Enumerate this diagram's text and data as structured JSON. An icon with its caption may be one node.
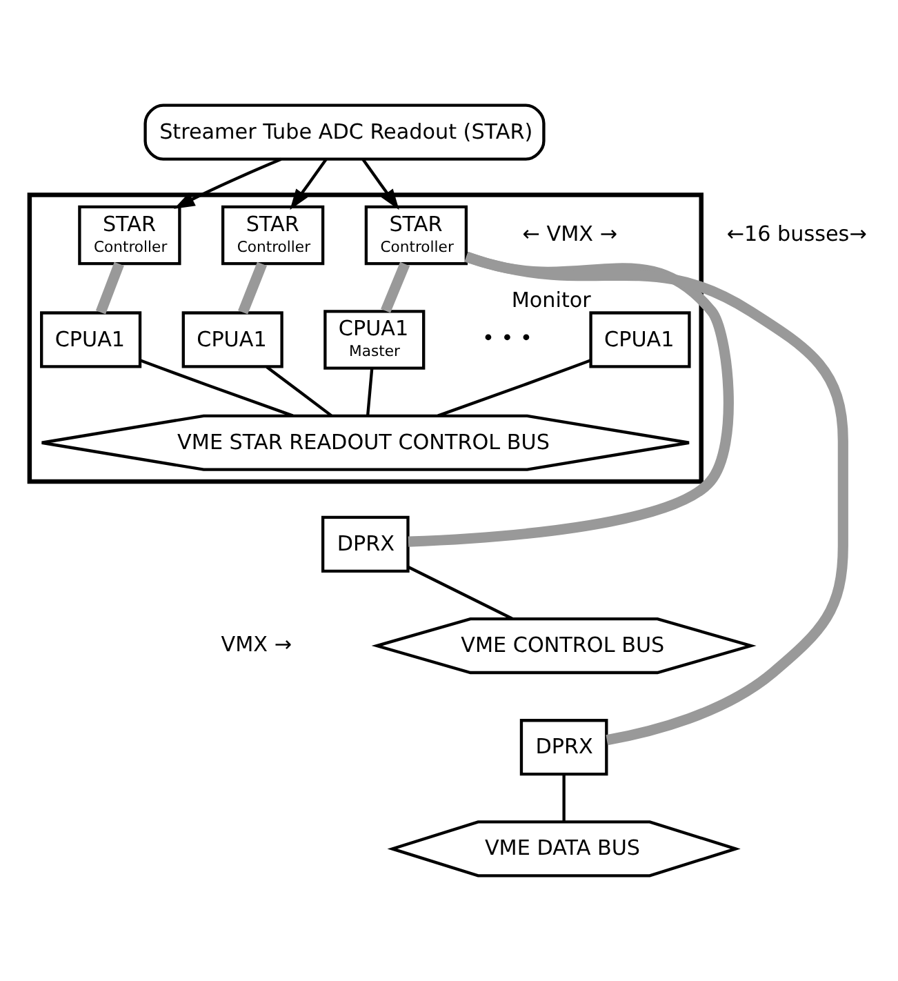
{
  "diagram": {
    "nodes": [
      {
        "text": [
          "Streamer Tube ADC Readout (STAR)"
        ]
      },
      {
        "text": [],
        "shape": "box"
      },
      {
        "text": [
          "STAR",
          "Controller"
        ],
        "in": 1
      },
      {
        "text": [
          "STAR",
          "Controller"
        ],
        "in": 1
      },
      {
        "text": [
          "STAR",
          "Controller"
        ],
        "in": 1
      },
      {
        "text": [
          "CPUA1",
          "Master"
        ],
        "in": 1
      },
      {
        "text": [
          "CPUA1"
        ],
        "in": 1
      },
      {
        "text": [
          "CPUA1"
        ],
        "in": 1
      },
      {
        "text": [
          "CPUA1"
        ],
        "beside": [
          "Monitor"
        ],
        "in": 1
      },
      {
        "text": [
          "VME STAR READOUT CONTROL BUS"
        ],
        "in": 1
      },
      {
        "text": [
          "DPRX"
        ]
      },
      {
        "text": [
          "VME CONTROL BUS"
        ]
      },
      {
        "text": [
          "DPRX"
        ]
      },
      {
        "text": [
          "VME DATA BUS"
        ]
      }
    ],
    "edges": [
      {
        "from": 0,
        "to": 2,
        "arrow": "to"
      },
      {
        "from": 0,
        "to": 3,
        "arrow": "to"
      },
      {
        "from": 0,
        "to": 4,
        "arrow": "to"
      },
      {
        "from": 2,
        "to": 5,
        "arrow": "none",
        "style": "thick",
        "color": "#999999"
      },
      {
        "from": 3,
        "to": 6,
        "arrow": "none",
        "style": "thick",
        "color": "#999999"
      },
      {
        "from": 4,
        "to": 7,
        "arrow": "none",
        "style": "thick",
        "color": "#999999"
      },
      {
        "from": 5,
        "to": 9,
        "arrow": "none"
      },
      {
        "from": 6,
        "to": 9,
        "arrow": "none"
      },
      {
        "from": 7,
        "to": 9,
        "arrow": "none"
      },
      {
        "from": 8,
        "to": 9,
        "arrow": "none"
      },
      {
        "from": 2,
        "to": 10,
        "arrow": "none",
        "style": "thick",
        "color": "#999999"
      },
      {
        "from": 2,
        "to": 12,
        "arrow": "none",
        "style": "thick",
        "color": "#999999"
      },
      {
        "from": 10,
        "to": 11,
        "arrow": "none"
      },
      {
        "from": 12,
        "to": 13,
        "arrow": "none"
      }
    ],
    "labels": [
      "←16 busses→",
      "← VMX →",
      "• • •",
      "VMX →"
    ]
  }
}
